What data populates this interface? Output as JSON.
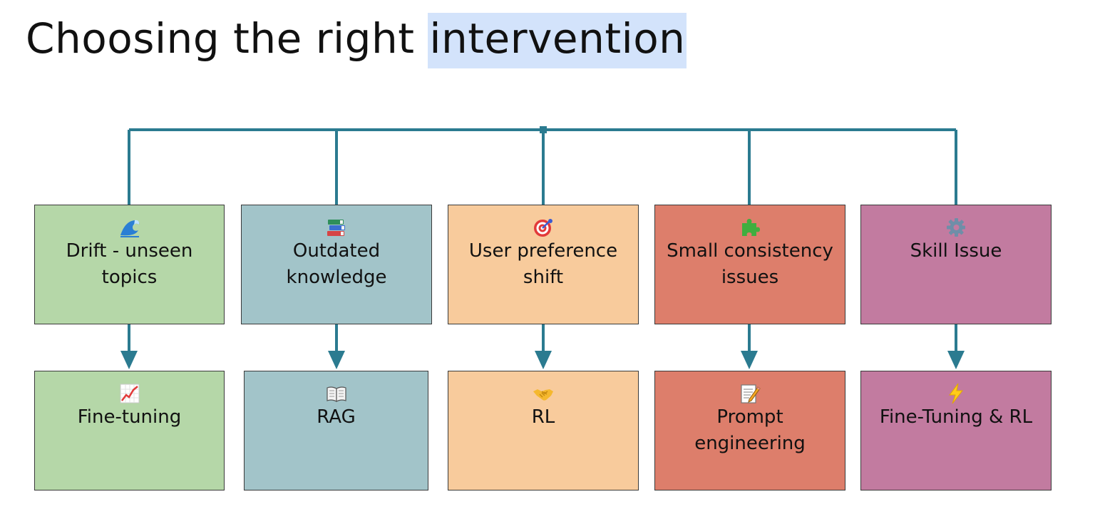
{
  "title": {
    "prefix": "Choosing the right ",
    "highlight": "intervention"
  },
  "colors": {
    "connector": "#2b7b90",
    "green": "#b5d7a8",
    "teal": "#a2c4c9",
    "peach": "#f8cb9c",
    "salmon": "#dd7e6b",
    "mauve": "#c27ba0"
  },
  "problems": [
    {
      "icon": "wave-icon",
      "label": "Drift - unseen topics",
      "color": "green"
    },
    {
      "icon": "books-icon",
      "label": "Outdated knowledge",
      "color": "teal"
    },
    {
      "icon": "target-icon",
      "label": "User preference shift",
      "color": "peach"
    },
    {
      "icon": "puzzle-icon",
      "label": "Small consistency issues",
      "color": "salmon"
    },
    {
      "icon": "gear-icon",
      "label": "Skill Issue",
      "color": "mauve"
    }
  ],
  "solutions": [
    {
      "icon": "chart-increasing-icon",
      "label": "Fine-tuning",
      "color": "green"
    },
    {
      "icon": "open-book-icon",
      "label": "RAG",
      "color": "teal"
    },
    {
      "icon": "handshake-icon",
      "label": "RL",
      "color": "peach"
    },
    {
      "icon": "memo-icon",
      "label": "Prompt engineering",
      "color": "salmon"
    },
    {
      "icon": "lightning-icon",
      "label": "Fine-Tuning & RL",
      "color": "mauve"
    }
  ]
}
